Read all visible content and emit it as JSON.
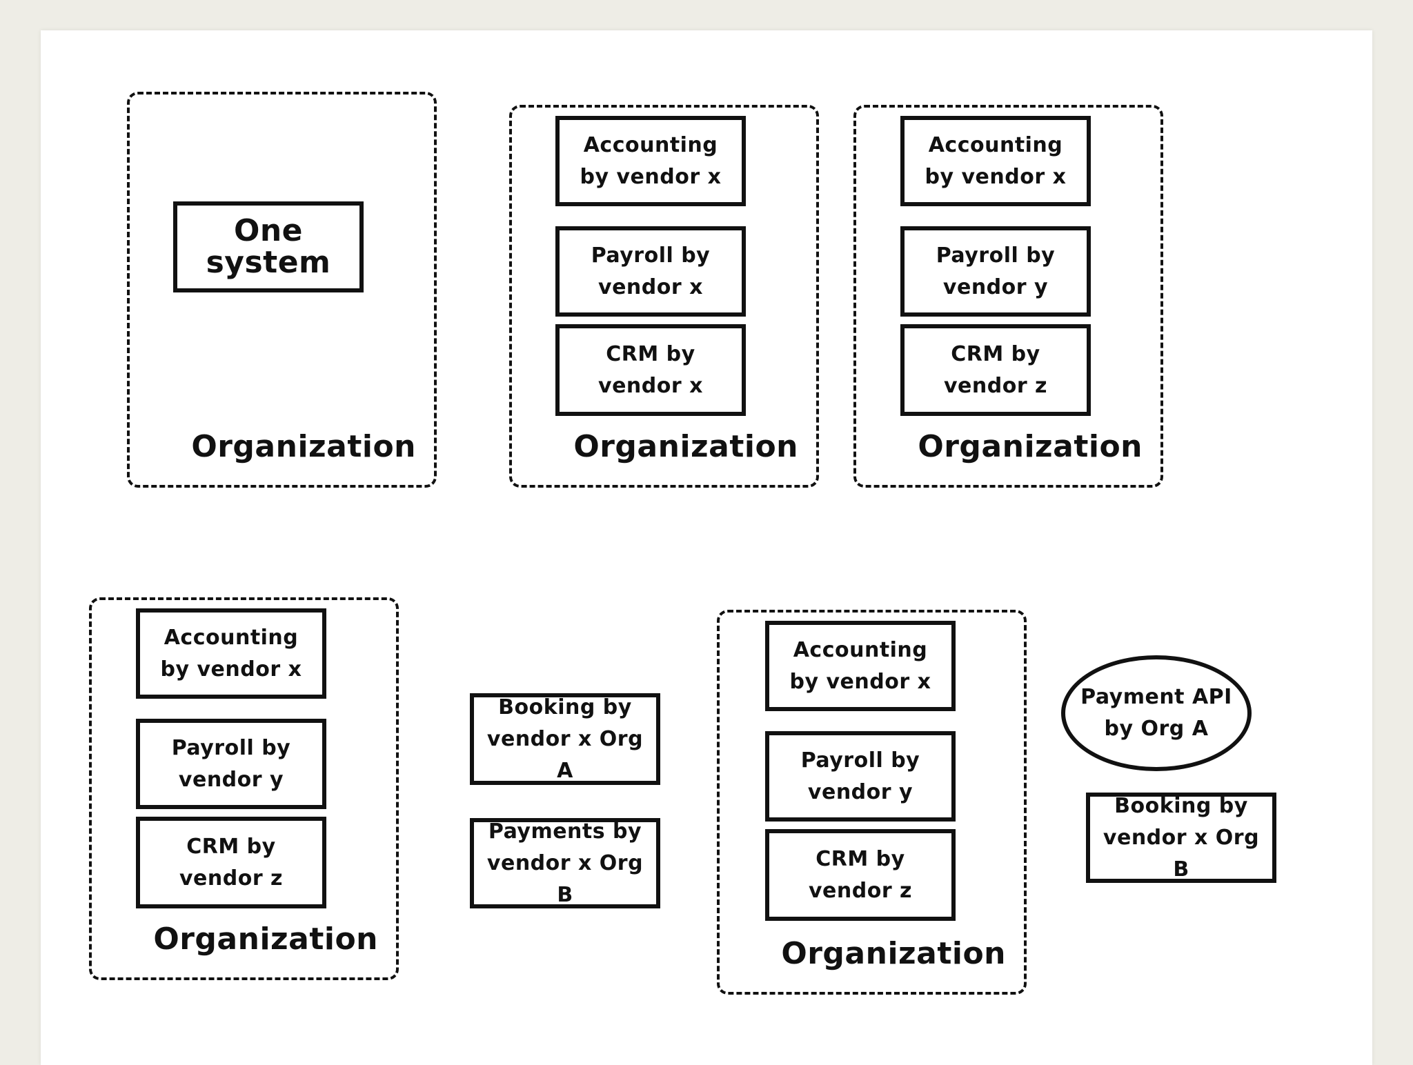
{
  "org_label": "Organization",
  "top_row": {
    "org1": {
      "systems": [
        "One system"
      ]
    },
    "org2": {
      "systems": [
        "Accounting by vendor x",
        "Payroll by vendor x",
        "CRM by vendor x"
      ]
    },
    "org3": {
      "systems": [
        "Accounting by vendor x",
        "Payroll by vendor y",
        "CRM by vendor z"
      ]
    }
  },
  "bottom_row": {
    "org4": {
      "systems": [
        "Accounting by vendor x",
        "Payroll by vendor y",
        "CRM by vendor z"
      ]
    },
    "external_middle": [
      "Booking by vendor x Org A",
      "Payments by vendor x Org B"
    ],
    "org5": {
      "systems": [
        "Accounting by vendor x",
        "Payroll by vendor y",
        "CRM by vendor z"
      ]
    },
    "api": "Payment API by Org A",
    "external_right": "Booking by vendor x Org B"
  }
}
